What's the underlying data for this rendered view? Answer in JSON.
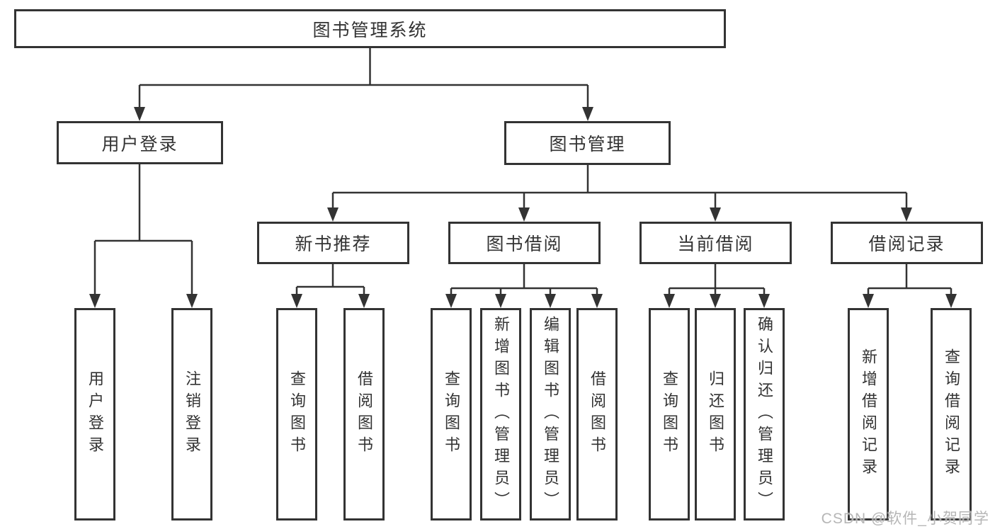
{
  "nodes": {
    "root": "图书管理系统",
    "user_login": "用户登录",
    "book_mgmt": "图书管理",
    "new_books": "新书推荐",
    "book_borrow": "图书借阅",
    "current_borrow": "当前借阅",
    "borrow_records": "借阅记录",
    "user_login_children": [
      "用户登录",
      "注销登录"
    ],
    "new_books_children": [
      "查询图书",
      "借阅图书"
    ],
    "book_borrow_children": [
      "查询图书",
      "新增图书（管理员）",
      "编辑图书（管理员）",
      "借阅图书"
    ],
    "current_borrow_children": [
      "查询图书",
      "归还图书",
      "确认归还（管理员）"
    ],
    "borrow_records_children": [
      "新增借阅记录",
      "查询借阅记录"
    ]
  },
  "watermark": "CSDN @软件_小贺同学",
  "colors": {
    "line": "#333333",
    "border": "#333333",
    "text": "#333333",
    "watermark": "#b2b2b2",
    "background": "#ffffff"
  }
}
